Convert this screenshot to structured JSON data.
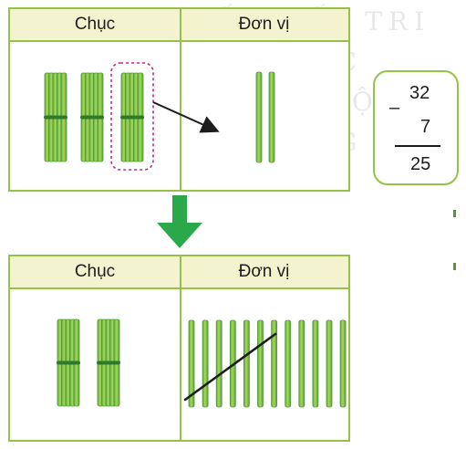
{
  "watermark": {
    "text": "KẾT NỐI TRI THỨC\nVỚI CUỘC SỐNG"
  },
  "table_top": {
    "header_left": "Chục",
    "header_right": "Đơn vị",
    "tens_bundles": 3,
    "circled_bundle_index": 2,
    "loose_sticks": 2
  },
  "table_bottom": {
    "header_left": "Chục",
    "header_right": "Đơn vị",
    "tens_bundles": 2,
    "loose_sticks": 12,
    "crossed_out_sticks": 7
  },
  "operation": {
    "minuend": "32",
    "sign": "–",
    "subtrahend": "7",
    "result": "25"
  },
  "colors": {
    "table_border": "#93c244",
    "header_bg": "#f4f3cf",
    "stick_fill": "#8fcb45",
    "stick_dark": "#4d9a3a",
    "bundle_tie": "#2f7a2a",
    "circle_dash": "#c2287d",
    "arrow_down": "#2aa84a"
  },
  "icons": {
    "regroup_arrow": "arrow-right-icon",
    "step_arrow": "arrow-down-icon",
    "circle_highlight": "dashed-rounded-rect"
  }
}
